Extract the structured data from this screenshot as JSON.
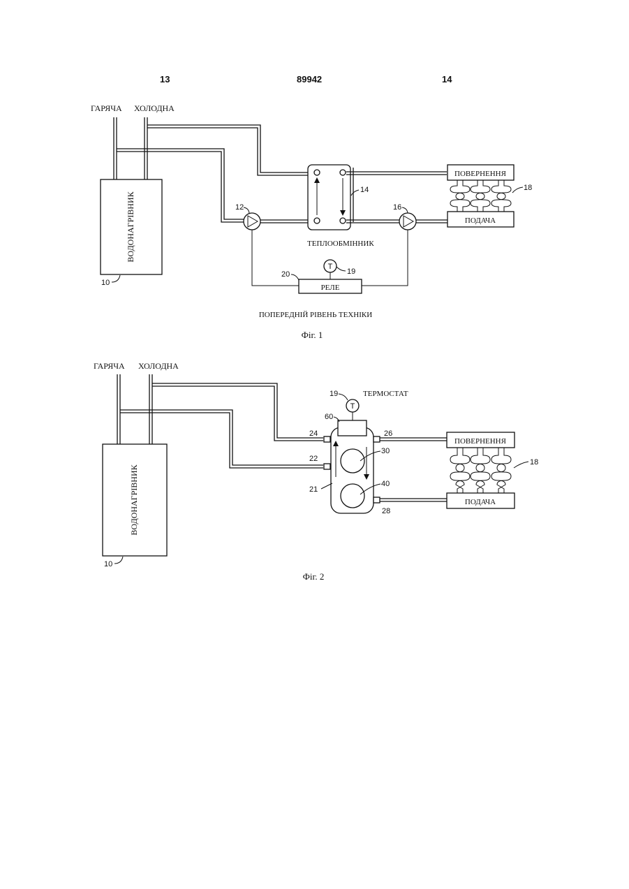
{
  "header": {
    "page_left": "13",
    "doc_number": "89942",
    "page_right": "14"
  },
  "fig1": {
    "hot": "ГАРЯЧА",
    "cold": "ХОЛОДНА",
    "heater": "ВОДОНАГРІВНИК",
    "heater_ref": "10",
    "pump1_ref": "12",
    "exchanger_ref": "14",
    "pump2_ref": "16",
    "radiator_ref": "18",
    "thermostat_ref": "19",
    "relay_ref": "20",
    "thermostat_symbol": "T",
    "return_label": "ПОВЕРНЕННЯ",
    "supply_label": "ПОДАЧА",
    "exchanger_label": "ТЕПЛООБМІННИК",
    "relay_label": "РЕЛЕ",
    "prior_art": "ПОПЕРЕДНІЙ РІВЕНЬ ТЕХНІКИ",
    "caption": "Фіг. 1"
  },
  "fig2": {
    "hot": "ГАРЯЧА",
    "cold": "ХОЛОДНА",
    "heater": "ВОДОНАГРІВНИК",
    "heater_ref": "10",
    "thermostat_ref": "19",
    "thermostat_label": "ТЕРМОСТАТ",
    "thermostat_symbol": "T",
    "control_ref": "60",
    "port_ref_24": "24",
    "port_ref_22": "22",
    "port_ref_26": "26",
    "port_ref_28": "28",
    "unit_ref": "21",
    "circle_ref_30": "30",
    "circle_ref_40": "40",
    "radiator_ref": "18",
    "return_label": "ПОВЕРНЕННЯ",
    "supply_label": "ПОДАЧА",
    "caption": "Фіг. 2"
  }
}
